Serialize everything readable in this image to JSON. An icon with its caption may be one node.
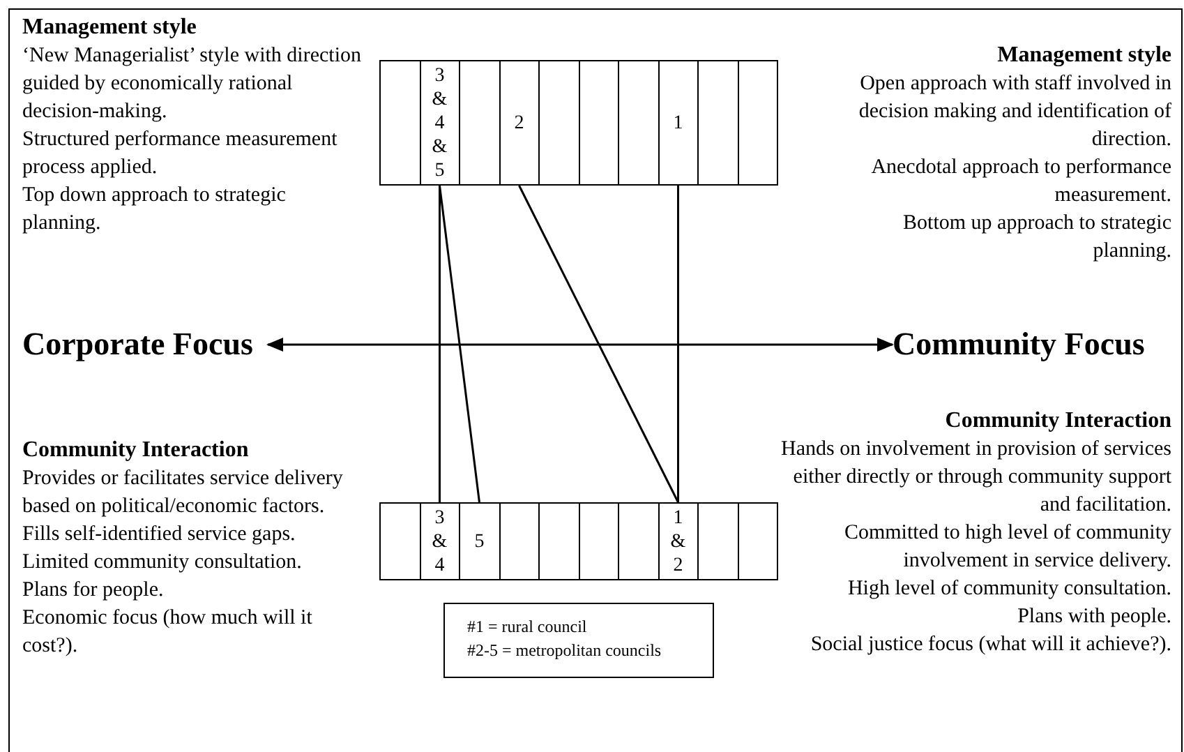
{
  "diagram": {
    "nodes": [
      {
        "text": [],
        "shape": "box"
      },
      {
        "text": [
          "3 & 4 & 5"
        ]
      },
      {
        "text": [],
        "shape": "box"
      },
      {
        "text": [
          "2"
        ]
      },
      {
        "text": [],
        "shape": "box"
      },
      {
        "text": [],
        "shape": "box"
      },
      {
        "text": [],
        "shape": "box"
      },
      {
        "text": [
          "1"
        ]
      },
      {
        "text": [],
        "shape": "box"
      },
      {
        "text": [],
        "shape": "box"
      },
      {
        "text": [
          "Corporate Focus"
        ]
      },
      {
        "text": [
          "Community Focus"
        ]
      },
      {
        "text": [],
        "shape": "box"
      },
      {
        "text": [
          "3 & 4"
        ]
      },
      {
        "text": [
          "5"
        ]
      },
      {
        "text": [],
        "shape": "box"
      },
      {
        "text": [],
        "shape": "box"
      },
      {
        "text": [],
        "shape": "box"
      },
      {
        "text": [],
        "shape": "box"
      },
      {
        "text": [
          "1 & 2"
        ]
      },
      {
        "text": [],
        "shape": "box"
      },
      {
        "text": [],
        "shape": "box"
      },
      {
        "text": [
          "#1 = rural council",
          "#2-5 = metropolitan councils"
        ]
      }
    ],
    "edges": [
      {
        "from": 1,
        "to": 13,
        "arrow": "none"
      },
      {
        "from": 1,
        "to": 14,
        "arrow": "none"
      },
      {
        "from": 3,
        "to": 19,
        "arrow": "none"
      },
      {
        "from": 7,
        "to": 19,
        "arrow": "none"
      },
      {
        "from": 10,
        "to": 11,
        "arrow": "both"
      }
    ],
    "labels": [
      "Management style",
      "‘New Managerialist’ style with direction guided by economically rational decision-making.",
      "Structured performance measurement process applied.",
      "Top down approach to strategic planning.",
      "Management style",
      "Open approach with staff involved in decision making and identification of direction.",
      "Anecdotal approach to performance measurement.",
      "Bottom up approach to strategic planning.",
      "Community Interaction",
      "Provides or facilitates service delivery based on political/economic factors.",
      "Fills self-identified service gaps.",
      "Limited community consultation.",
      "Plans for people.",
      "Economic focus (how much will it cost?).",
      "Community Interaction",
      "Hands on involvement in provision of services either directly or through community support and facilitation.",
      "Committed to high level of community involvement in service delivery.",
      "High level of community consultation.",
      "Plans with people.",
      "Social justice focus (what will it achieve?)."
    ]
  }
}
